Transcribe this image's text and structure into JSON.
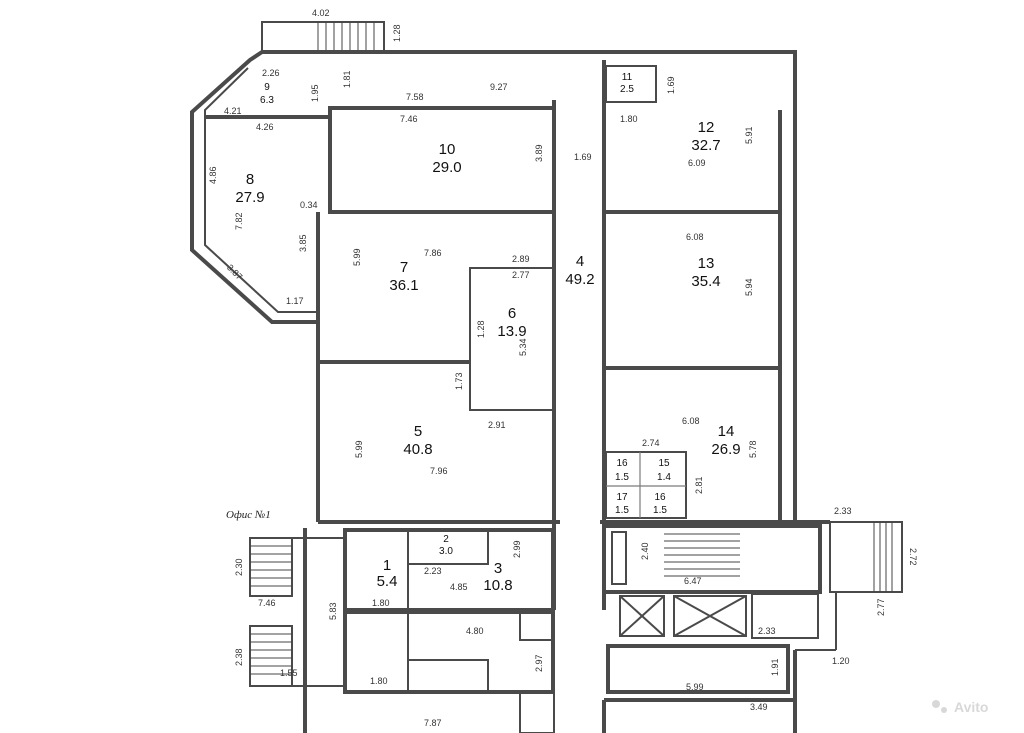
{
  "office_label": "Офис №1",
  "watermark": "Avito",
  "rooms": [
    {
      "num": "1",
      "area": "5.4"
    },
    {
      "num": "2",
      "area": "3.0"
    },
    {
      "num": "3",
      "area": "10.8"
    },
    {
      "num": "4",
      "area": "49.2"
    },
    {
      "num": "5",
      "area": "40.8"
    },
    {
      "num": "6",
      "area": "13.9"
    },
    {
      "num": "7",
      "area": "36.1"
    },
    {
      "num": "8",
      "area": "27.9"
    },
    {
      "num": "9",
      "area": "6.3"
    },
    {
      "num": "10",
      "area": "29.0"
    },
    {
      "num": "11",
      "area": "2.5"
    },
    {
      "num": "12",
      "area": "32.7"
    },
    {
      "num": "13",
      "area": "35.4"
    },
    {
      "num": "14",
      "area": "26.9"
    },
    {
      "num": "15",
      "area": "1.4"
    },
    {
      "num": "16",
      "area": "1.5"
    },
    {
      "num": "16",
      "area": "1.5"
    },
    {
      "num": "17",
      "area": "1.5"
    }
  ],
  "dimensions": {
    "top_stair_width": "4.02",
    "top_stair_side": "1.28",
    "d_226": "2.26",
    "d_181": "1.81",
    "d_195": "1.95",
    "d_758": "7.58",
    "d_927": "9.27",
    "d_421": "4.21",
    "d_426": "4.26",
    "d_746": "7.46",
    "d_389": "3.89",
    "d_169a": "1.69",
    "d_169b": "1.69",
    "d_180": "1.80",
    "d_591": "5.91",
    "d_609": "6.09",
    "d_486": "4.86",
    "d_782": "7.82",
    "d_034": "0.34",
    "d_385": "3.85",
    "d_387": "3.87",
    "d_117": "1.17",
    "d_599a": "5.99",
    "d_786": "7.86",
    "d_289": "2.89",
    "d_277": "2.77",
    "d_608a": "6.08",
    "d_594": "5.94",
    "d_128": "1.28",
    "d_534": "5.34",
    "d_173": "1.73",
    "d_599b": "5.99",
    "d_291": "2.91",
    "d_796": "7.96",
    "d_608b": "6.08",
    "d_274": "2.74",
    "d_578": "5.78",
    "d_281": "2.81",
    "d_233": "2.33",
    "d_272": "2.72",
    "d_230": "2.30",
    "d_746b": "7.46",
    "d_583": "5.83",
    "d_238": "2.38",
    "d_155": "1.55",
    "d_223": "2.23",
    "d_485": "4.85",
    "d_299": "2.99",
    "d_180b": "1.80",
    "d_480": "4.80",
    "d_297": "2.97",
    "d_180c": "1.80",
    "d_787": "7.87",
    "d_240": "2.40",
    "d_647": "6.47",
    "d_277b": "2.77",
    "d_120": "1.20",
    "d_599c": "5.99",
    "d_191": "1.91",
    "d_349": "3.49",
    "d_233b": "2.33"
  }
}
